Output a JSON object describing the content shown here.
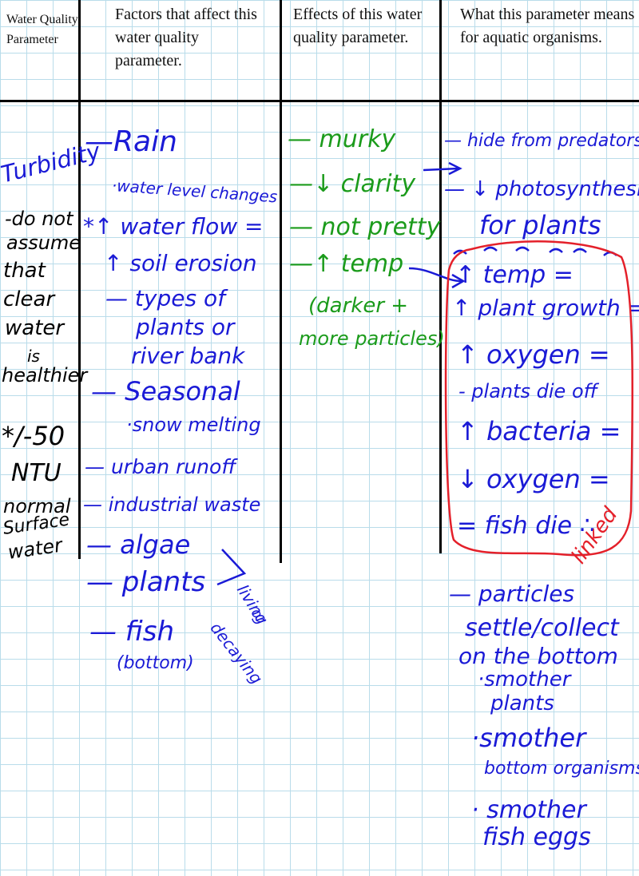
{
  "headers": {
    "col1": "Water Quality Parameter",
    "col2": "Factors that affect this water quality parameter.",
    "col3": "Effects of this water quality parameter.",
    "col4": "What this parameter means for aquatic organisms."
  },
  "parameter": {
    "name": "Turbidity",
    "note_lines": [
      "-do not",
      "assume",
      "that",
      "clear",
      "water",
      "is",
      "healthier"
    ],
    "normal_lines": [
      "*/-50",
      "NTU",
      "normal",
      "Surface",
      "water"
    ]
  },
  "factors": [
    "—Rain",
    "·water level changes",
    "*↑ water flow =",
    "↑ soil erosion",
    "— types of",
    "plants or",
    "river bank",
    "— Seasonal",
    "·snow melting",
    "— urban runoff",
    "— industrial waste",
    "— algae",
    "— plants",
    "— fish",
    "(bottom)"
  ],
  "living_note": [
    "living",
    "or",
    "decaying"
  ],
  "effects": [
    "— murky",
    "—↓ clarity",
    "— not pretty",
    "—↑ temp",
    "(darker +",
    "more particles)"
  ],
  "organisms_top": [
    "— hide from predators",
    "— ↓ photosynthesis",
    "for plants"
  ],
  "linked_chain": [
    "↑ temp =",
    "↑ plant growth =",
    "↑ oxygen =",
    "- plants die off",
    "↑ bacteria =",
    "↓ oxygen =",
    "= fish die ∴"
  ],
  "linked_label": "linked",
  "particles": [
    "— particles",
    "settle/collect",
    "on the bottom",
    "·smother",
    "plants",
    "·smother",
    "bottom organisms",
    "· smother",
    "fish eggs"
  ],
  "colors": {
    "ink_blue": "#1a1ad6",
    "ink_green": "#1b9b1b",
    "ink_red": "#e4202a",
    "grid": "#b9dcea"
  }
}
